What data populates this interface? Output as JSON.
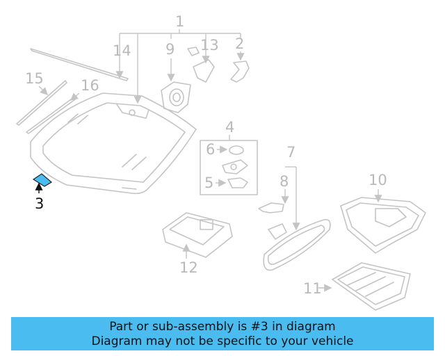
{
  "callouts": {
    "n1": "1",
    "n2": "2",
    "n3": "3",
    "n4": "4",
    "n5": "5",
    "n6": "6",
    "n7": "7",
    "n8": "8",
    "n9": "9",
    "n10": "10",
    "n11": "11",
    "n12": "12",
    "n13": "13",
    "n14": "14",
    "n15": "15",
    "n16": "16"
  },
  "highlighted_part": "3",
  "colors": {
    "highlight": "#4bbcf0",
    "part_line": "#c4c4c4",
    "label": "#b9b9b9",
    "banner": "#4bbcf0"
  },
  "banner": {
    "line1": "Part or sub-assembly is #3 in diagram",
    "line2": "Diagram may not be specific to your vehicle"
  }
}
